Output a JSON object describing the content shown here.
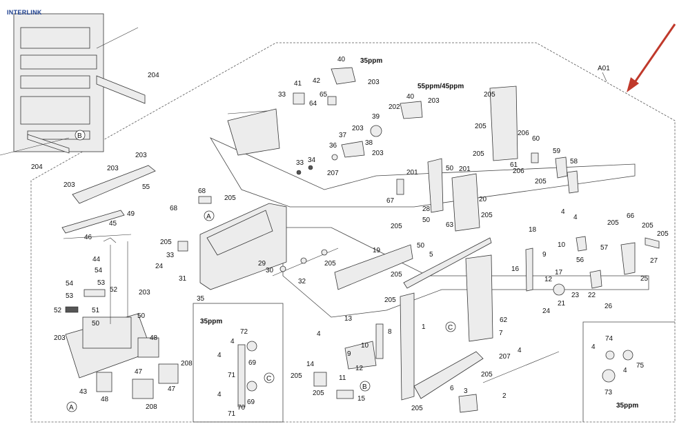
{
  "brand": "INTERLINK",
  "assembly_label": "A01",
  "arrow_color": "#c0392b",
  "variant_labels": {
    "top_35": "35ppm",
    "top_55_45": "55ppm/45ppm",
    "box_left_35": "35ppm",
    "box_right_35": "35ppm"
  },
  "ref_markers": {
    "a_top": "A",
    "a_bottom": "A",
    "b_corner": "B",
    "b_lower": "B",
    "c_mid": "C",
    "c_box": "C"
  },
  "part_numbers": {
    "p204a": "204",
    "p204b": "204",
    "p203a": "203",
    "p203b": "203",
    "p203c": "203",
    "p55": "55",
    "p49": "49",
    "p45": "45",
    "p46": "46",
    "p44": "44",
    "p54a": "54",
    "p54b": "54",
    "p53a": "53",
    "p53b": "53",
    "p52a": "52",
    "p52b": "52",
    "p51": "51",
    "p50a": "50",
    "p50b": "50",
    "p203d": "203",
    "p203e": "203",
    "p48a": "48",
    "p48b": "48",
    "p47a": "47",
    "p47b": "47",
    "p208a": "208",
    "p208b": "208",
    "p43": "43",
    "p68a": "68",
    "p68b": "68",
    "p205a": "205",
    "p205b": "205",
    "p33a": "33",
    "p24a": "24",
    "p31": "31",
    "p35": "35",
    "p29": "29",
    "p30": "30",
    "p32": "32",
    "p40a": "40",
    "p40b": "40",
    "p203f": "203",
    "p203g": "203",
    "p41": "41",
    "p42": "42",
    "p33b": "33",
    "p65": "65",
    "p64": "64",
    "p39": "39",
    "p202": "202",
    "p37": "37",
    "p203h": "203",
    "p36": "36",
    "p38": "38",
    "p203i": "203",
    "p33c": "33",
    "p34": "34",
    "p207a": "207",
    "p201a": "201",
    "p201b": "201",
    "p50c": "50",
    "p67": "67",
    "p28": "28",
    "p20": "20",
    "p19": "19",
    "p205c": "205",
    "p205d": "205",
    "p50d": "50",
    "p50e": "50",
    "p63": "63",
    "p205e": "205",
    "p5": "5",
    "p205f": "205",
    "p205g": "205",
    "p1": "1",
    "p13": "13",
    "p4a": "4",
    "p9a": "9",
    "p10a": "10",
    "p8": "8",
    "p12a": "12",
    "p14": "14",
    "p11": "11",
    "p205h": "205",
    "p205i": "205",
    "p15": "15",
    "p6": "6",
    "p3": "3",
    "p205j": "205",
    "p205k": "205",
    "p207b": "207",
    "p4b": "4",
    "p2": "2",
    "p7": "7",
    "p62": "62",
    "p205l": "205",
    "p205m": "205",
    "p205n": "205",
    "p206a": "206",
    "p60": "60",
    "p61": "61",
    "p206b": "206",
    "p59": "59",
    "p205o": "205",
    "p58": "58",
    "p18": "18",
    "p4c": "4",
    "p4d": "4",
    "p10b": "10",
    "p9b": "9",
    "p16": "16",
    "p17": "17",
    "p12b": "12",
    "p56": "56",
    "p21": "21",
    "p24b": "24",
    "p23": "23",
    "p22": "22",
    "p26": "26",
    "p205p": "205",
    "p57": "57",
    "p66": "66",
    "p205q": "205",
    "p205r": "205",
    "p27": "27",
    "p25": "25",
    "p72": "72",
    "p4e": "4",
    "p4f": "4",
    "p69a": "69",
    "p71a": "71",
    "p4g": "4",
    "p69b": "69",
    "p70": "70",
    "p71b": "71",
    "p74": "74",
    "p4h": "4",
    "p75": "75",
    "p4i": "4",
    "p73": "73"
  }
}
